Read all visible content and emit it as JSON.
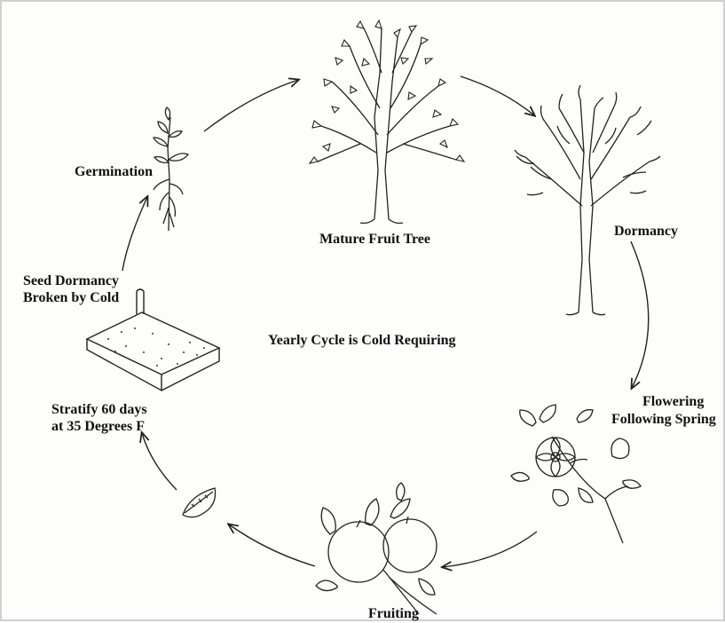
{
  "diagram": {
    "labels": {
      "mature": "Mature Fruit Tree",
      "dormancy": "Dormancy",
      "flowering_1": "Flowering",
      "flowering_2": "Following Spring",
      "fruiting": "Fruiting",
      "stratify_1": "Stratify 60 days",
      "stratify_2": "at 35 Degrees F",
      "seed_dormancy_1": "Seed Dormancy",
      "seed_dormancy_2": "Broken by Cold",
      "germination": "Germination",
      "center": "Yearly Cycle is Cold Requiring"
    }
  }
}
